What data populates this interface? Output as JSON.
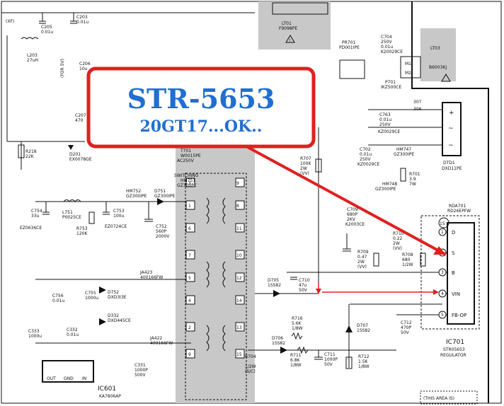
{
  "callout": {
    "title": "STR-5653",
    "subtitle": "20GT17...OK..",
    "box_color": "#e02020",
    "text_color": "#1f6fd1",
    "arrow_color": "#e02020"
  },
  "shade_color": "#c8c8c8",
  "ic701": {
    "ref": "IC701",
    "part": "STR05653",
    "desc": "REGULATOR",
    "pin_labels": [
      "D",
      "S",
      "B",
      "VIN",
      "FB-OP"
    ],
    "pin_numbers": [
      "1",
      "2",
      "3",
      "4",
      "5"
    ],
    "pin15": "15",
    "rda": "RDA701",
    "rda_part": "RD26EPFW"
  },
  "ic601": {
    "ref": "IC601",
    "part": "KA7806AP",
    "pins": [
      "OUT",
      "GND",
      "IN"
    ]
  },
  "transformer": {
    "ref": "T701",
    "part": "W0015PE",
    "title": "SWITCHING",
    "hm": "HM751",
    "hm_part": "GZ300PE",
    "pin_left": [
      "3",
      "1",
      "6",
      "7",
      "5",
      "4",
      "2",
      "9"
    ],
    "pin_right": [
      "9",
      "8",
      "11",
      "10",
      "12",
      "14",
      "13",
      "15"
    ]
  },
  "dt01": {
    "ref": "DTD1",
    "part": "DXD11PE"
  },
  "lt01": {
    "ref": "LT01",
    "part": "F9098PE"
  },
  "lt03": {
    "ref": "LT03",
    "part": "B6003KJ"
  },
  "relay": {
    "m1": "M1",
    "m2": "M2",
    "p701": "P701",
    "p701_part": "IKZ500CE"
  },
  "pr701": {
    "ref": "PR701",
    "part": "PD001IPE"
  },
  "c704": {
    "ref": "C704",
    "v1": "250V",
    "v2": "0.01u",
    "part": "K20029CE"
  },
  "c763": {
    "ref": "C763",
    "v1": "0.01u",
    "v2": "250V",
    "part": "KZ0029CE"
  },
  "c702": {
    "ref": "C702",
    "v1": "0.01u",
    "v2": "250V",
    "part": "KZ0029CE"
  },
  "hm747": {
    "ref": "HM747",
    "part": "GZ300IPE"
  },
  "hm748": {
    "ref": "HM748",
    "part": "GZ300IPE"
  },
  "r701": {
    "ref": "R701",
    "v1": "3.9",
    "v2": "7W"
  },
  "r707": {
    "ref": "R707",
    "v1": "100K",
    "v2": "2W",
    "v3": "(VV)"
  },
  "c709": {
    "ref": "C709",
    "v1": "680P",
    "v2": "2KV",
    "part": "K2003CE"
  },
  "r710": {
    "ref": "R710",
    "v1": "0.22",
    "v2": "2W",
    "v3": "(VV)"
  },
  "r709": {
    "ref": "R709",
    "v1": "0.47",
    "v2": "2W",
    "v3": "(VV)"
  },
  "r708": {
    "ref": "R708",
    "v1": "680",
    "v2": "1/2W"
  },
  "c710": {
    "ref": "C710",
    "v1": "47u",
    "v2": "50V"
  },
  "d705": {
    "ref": "D705",
    "part": "1SS82"
  },
  "d706": {
    "ref": "D706",
    "part": "1SS82"
  },
  "d707": {
    "ref": "D707",
    "part": "1SS82"
  },
  "r716": {
    "ref": "R716",
    "v1": "5.6K",
    "v2": "1/8W"
  },
  "r711": {
    "ref": "R711",
    "v1": "6.8K",
    "v2": "1/8W"
  },
  "r712": {
    "ref": "R712",
    "v1": "1.5K",
    "v2": "1/8W"
  },
  "c711": {
    "ref": "C711",
    "v1": "1000P",
    "v2": "50V"
  },
  "c712": {
    "ref": "C712",
    "v1": "470P",
    "v2": "50V"
  },
  "r704": {
    "ref": "R704",
    "v1": "1/2W",
    "v2": "(S/C)"
  },
  "left_parts": [
    {
      "ref": "C203",
      "v": "0.01u"
    },
    {
      "ref": "C205",
      "v": "0.01u"
    },
    {
      "ref": "L203",
      "v": "27uH"
    },
    {
      "ref": "R218",
      "v": "22K"
    },
    {
      "ref": "D201",
      "v": "EX0078GE"
    },
    {
      "ref": "C206",
      "v": "10u"
    },
    {
      "ref": "C207",
      "v": "470"
    },
    {
      "ref": "C754",
      "v": "33u"
    },
    {
      "ref": "L751",
      "v": "P0025CE"
    },
    {
      "ref": "C753",
      "v": "100u"
    },
    {
      "ref": "R753",
      "v": "120K"
    },
    {
      "ref": "C752",
      "v": "560P"
    },
    {
      "ref": "D751",
      "v": "GZ300IPE"
    },
    {
      "ref": "HM752",
      "v": "GZ300IPE"
    },
    {
      "ref": "JA423",
      "v": "400166FW"
    },
    {
      "ref": "C756",
      "v": "0.01u"
    },
    {
      "ref": "C755",
      "v": "1000u"
    },
    {
      "ref": "D752",
      "v": "DXD3I3E"
    },
    {
      "ref": "D332",
      "v": "DXD445CE"
    },
    {
      "ref": "C333",
      "v": "1000u"
    },
    {
      "ref": "C332",
      "v": "0.01u"
    },
    {
      "ref": "JA422",
      "v": "400166FW"
    },
    {
      "ref": "C331",
      "v": "1000P"
    }
  ],
  "misc": {
    "ez_left": "EZ0636CE",
    "ez_mid": "EZ0724CE",
    "ac": "AC250V",
    "v500": "500V",
    "v2000": "2000V",
    "ref_307": "307",
    "ref_306": "306",
    "area_note": "(THIS AREA IS)",
    "sxf": "(XF)",
    "for5v": "(FOR 5V)"
  }
}
